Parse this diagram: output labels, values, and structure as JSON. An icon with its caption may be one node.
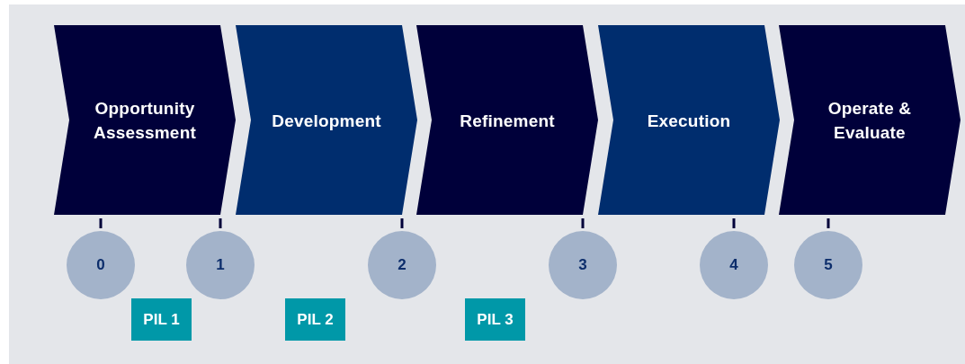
{
  "diagram": {
    "nodes": [
      {
        "text": [
          "Opportunity Assessment"
        ]
      },
      {
        "text": [
          "Development"
        ]
      },
      {
        "text": [
          "Refinement"
        ]
      },
      {
        "text": [
          "Execution"
        ]
      },
      {
        "text": [
          "Operate & Evaluate"
        ]
      },
      {
        "text": [
          "0"
        ]
      },
      {
        "text": [
          "1"
        ]
      },
      {
        "text": [
          "2"
        ]
      },
      {
        "text": [
          "3"
        ]
      },
      {
        "text": [
          "4"
        ]
      },
      {
        "text": [
          "5"
        ]
      },
      {
        "text": [
          "PIL 1"
        ]
      },
      {
        "text": [
          "PIL 2"
        ]
      },
      {
        "text": [
          "PIL 3"
        ]
      }
    ]
  }
}
